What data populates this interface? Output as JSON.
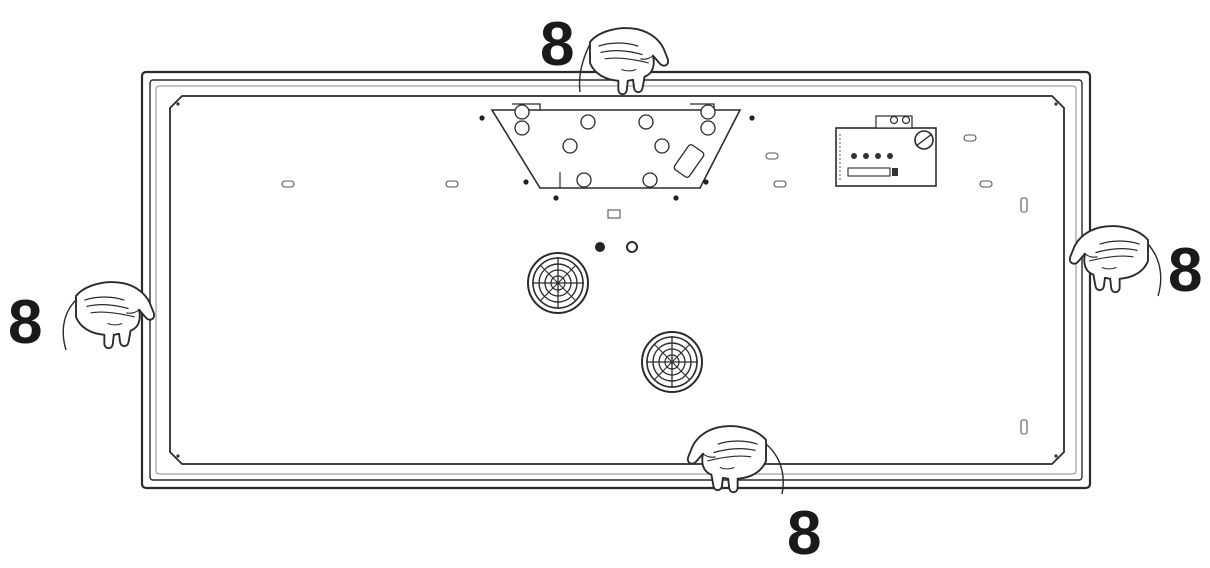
{
  "diagram": {
    "callouts": {
      "top": "8",
      "left": "8",
      "right": "8",
      "bottom": "8"
    },
    "colors": {
      "line": "#2b2b2b",
      "light_line": "#6a6a6a",
      "fill": "#ffffff"
    },
    "icons": [
      "hand-icon",
      "speaker-grille-icon",
      "vesa-bracket-icon",
      "io-board-icon"
    ]
  }
}
